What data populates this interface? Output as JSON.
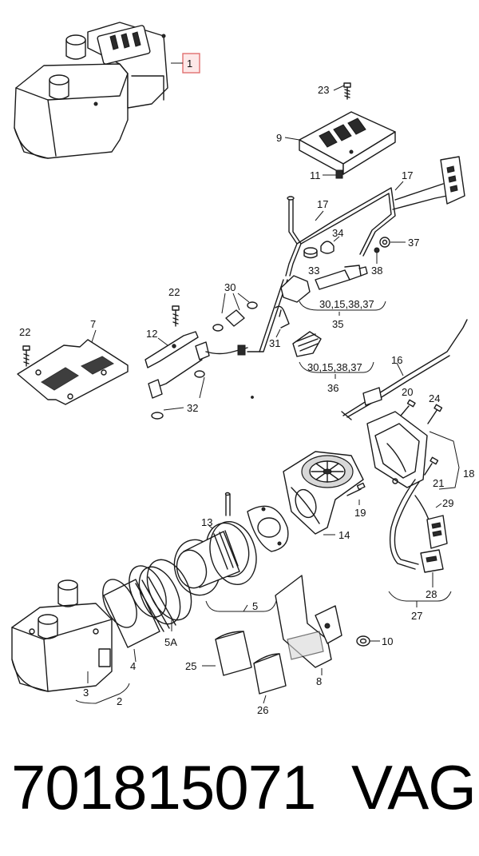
{
  "diagram": {
    "callouts": {
      "c1": "1",
      "c2": "2",
      "c3": "3",
      "c4": "4",
      "c5": "5",
      "c5a": "5A",
      "c7": "7",
      "c8": "8",
      "c9": "9",
      "c10": "10",
      "c11": "11",
      "c12": "12",
      "c13": "13",
      "c14": "14",
      "c16": "16",
      "c17a": "17",
      "c17b": "17",
      "c18": "18",
      "c19": "19",
      "c20": "20",
      "c21": "21",
      "c22a": "22",
      "c22b": "22",
      "c23": "23",
      "c24": "24",
      "c25": "25",
      "c26": "26",
      "c27": "27",
      "c28": "28",
      "c29": "29",
      "c30": "30",
      "c31": "31",
      "c32": "32",
      "c33": "33",
      "c34": "34",
      "c35": "35",
      "c36": "36",
      "c37": "37",
      "c38": "38",
      "c35set": "30,15,38,37",
      "c36set": "30,15,38,37"
    },
    "highlight_color": "#e07070"
  },
  "footer": {
    "part_number": "701815071",
    "brand": "VAG"
  }
}
